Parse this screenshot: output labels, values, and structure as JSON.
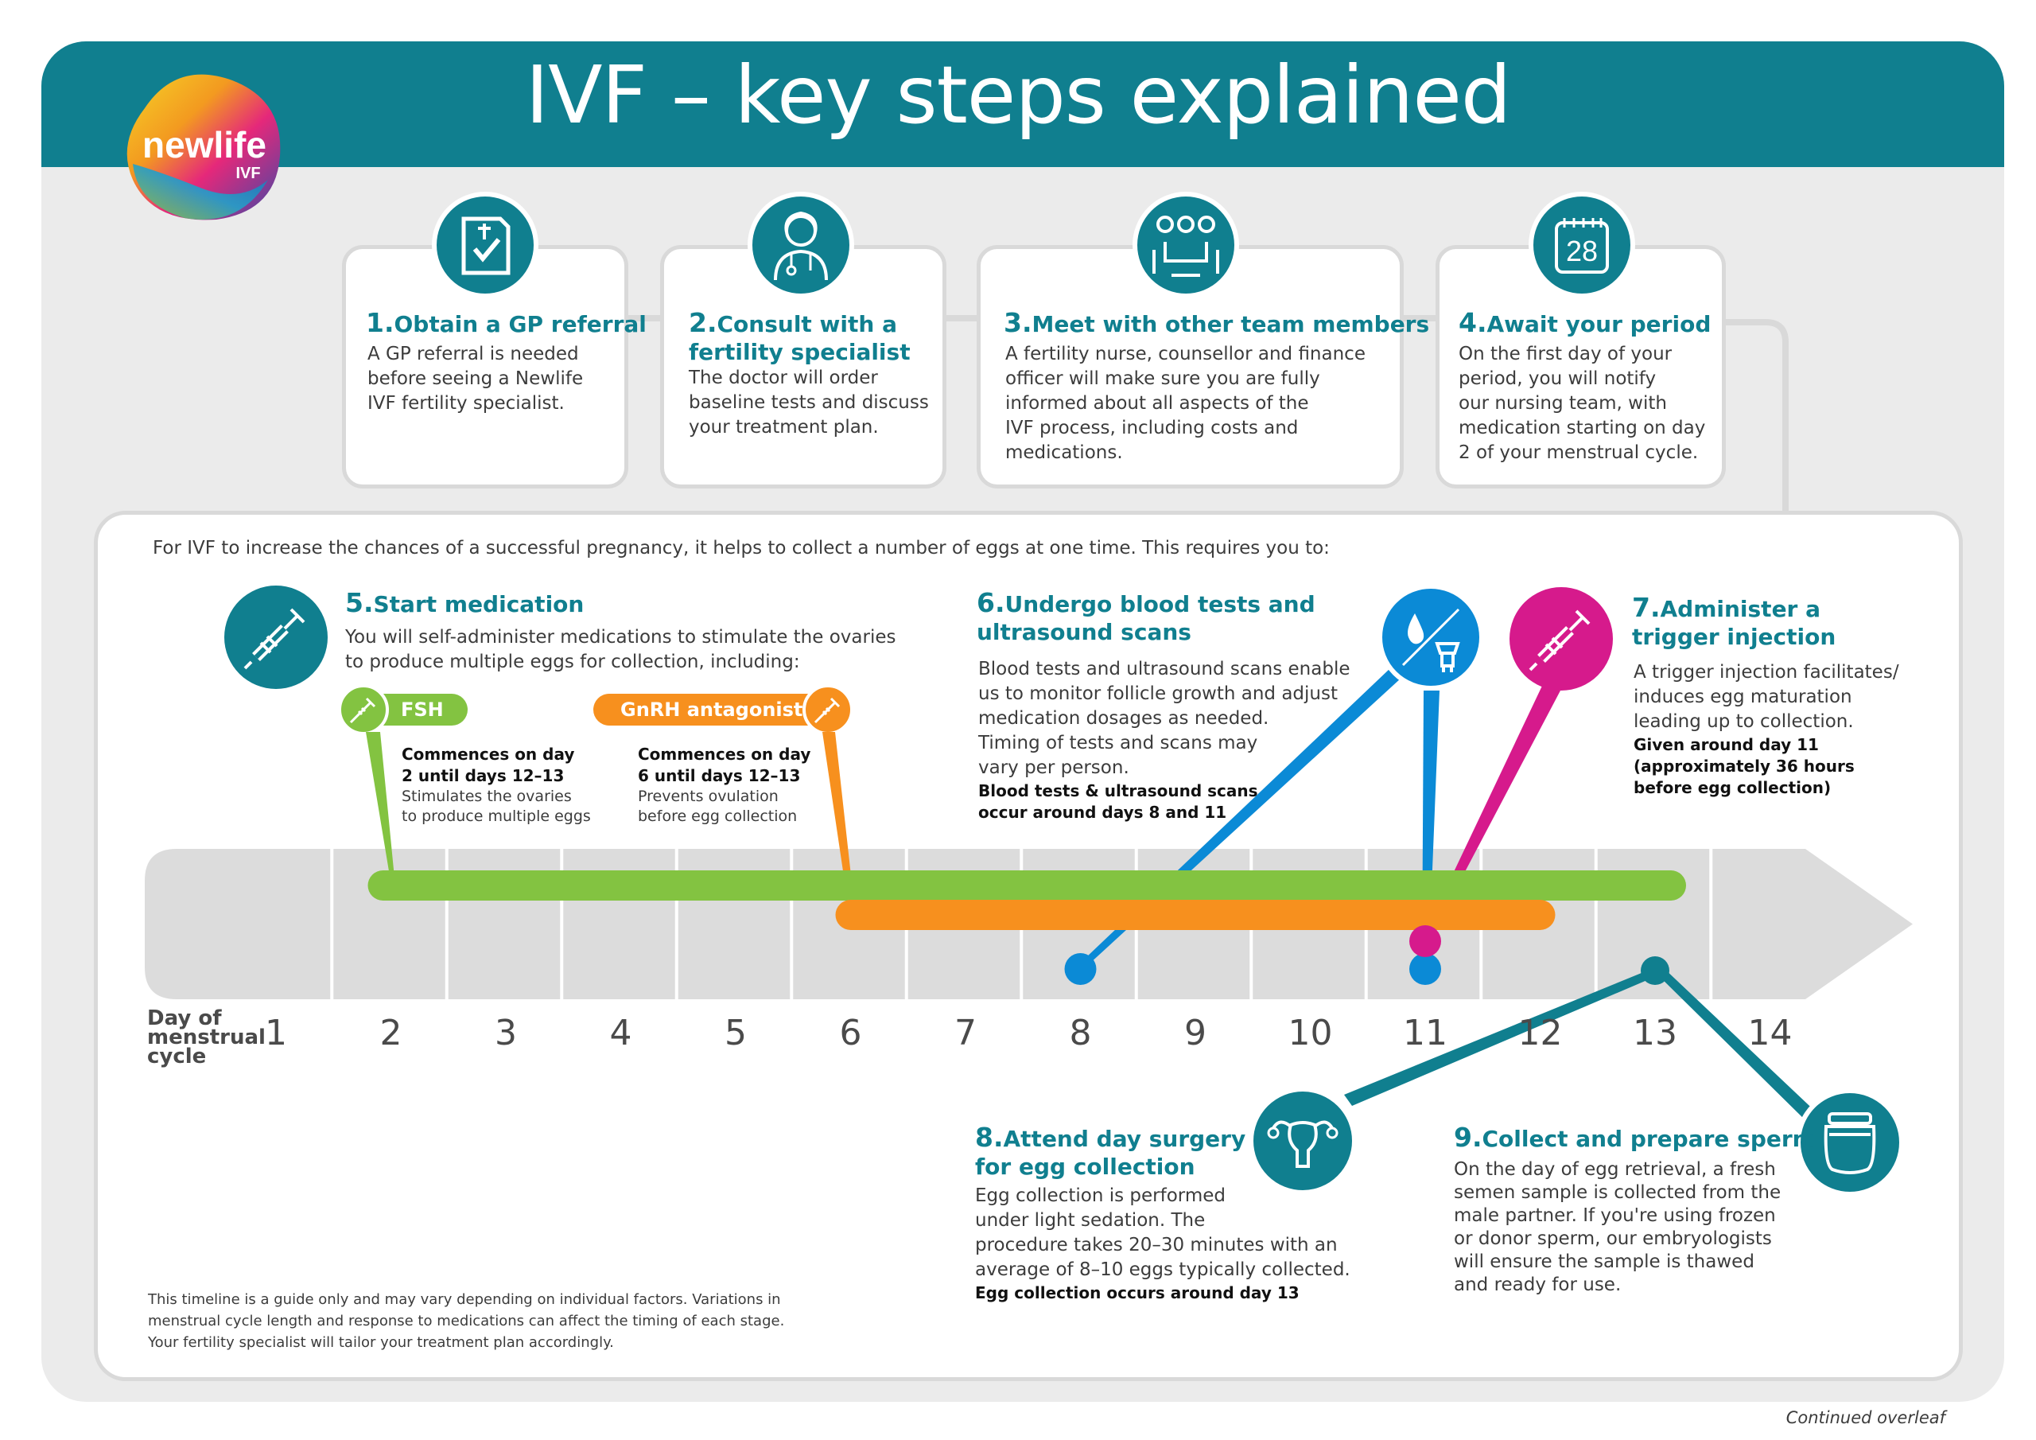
{
  "title": "IVF – key steps explained",
  "logo": {
    "name": "newlife",
    "sub": "IVF"
  },
  "colors": {
    "teal": "#107f8f",
    "green": "#83c341",
    "orange": "#f7901e",
    "blue": "#0b8ad6",
    "magenta": "#d61a8c",
    "grey_track": "#dcdcdc"
  },
  "steps_top": [
    {
      "num": "1.",
      "heading": "Obtain a GP referral",
      "lines": [
        "A GP referral is needed",
        "before seeing a Newlife",
        "IVF fertility specialist."
      ],
      "icon": "clipboard-check-icon"
    },
    {
      "num": "2.",
      "heading_lines": [
        "Consult with a",
        "fertility specialist"
      ],
      "lines": [
        "The doctor will order",
        "baseline tests and discuss",
        "your treatment plan."
      ],
      "icon": "doctor-icon"
    },
    {
      "num": "3.",
      "heading": "Meet with other team members",
      "lines": [
        "A fertility nurse, counsellor and finance",
        "officer will make sure you are fully",
        "informed about all aspects of the",
        "IVF process, including costs and",
        "medications."
      ],
      "icon": "team-meeting-icon"
    },
    {
      "num": "4.",
      "heading": "Await your period",
      "lines": [
        "On the first day of your",
        "period, you will notify",
        "our nursing team, with",
        "medication starting on day",
        "2 of your menstrual cycle."
      ],
      "icon": "calendar-icon",
      "calendar_day": "28"
    }
  ],
  "intro": "For IVF to increase the chances of a successful pregnancy, it helps to collect a number of eggs at one time. This requires you to:",
  "step5": {
    "num": "5.",
    "heading": "Start medication",
    "lines": [
      "You will self-administer medications to stimulate the ovaries",
      "to produce multiple eggs for collection, including:"
    ]
  },
  "fsh": {
    "label": "FSH",
    "bold_lines": [
      "Commences on day",
      "2 until days 12–13"
    ],
    "lines": [
      "Stimulates the ovaries",
      "to produce multiple eggs"
    ]
  },
  "gnrh": {
    "label": "GnRH antagonist",
    "bold_lines": [
      "Commences on day",
      "6 until days 12–13"
    ],
    "lines": [
      "Prevents ovulation",
      "before egg collection"
    ]
  },
  "step6": {
    "num": "6.",
    "heading_lines": [
      "Undergo blood tests and",
      "ultrasound scans"
    ],
    "lines": [
      "Blood tests and ultrasound scans enable",
      "us to monitor follicle growth and adjust",
      "medication dosages as needed.",
      "Timing of tests and scans may",
      "vary per person."
    ],
    "bold_lines": [
      "Blood tests & ultrasound scans",
      "occur around days 8 and 11"
    ]
  },
  "step7": {
    "num": "7.",
    "heading_lines": [
      "Administer a",
      "trigger injection"
    ],
    "lines": [
      "A trigger injection facilitates/",
      "induces egg maturation",
      "leading up to collection."
    ],
    "bold_lines": [
      "Given around day 11",
      "(approximately 36 hours",
      "before egg collection)"
    ]
  },
  "step8": {
    "num": "8.",
    "heading_lines": [
      "Attend day surgery",
      "for egg collection"
    ],
    "lines": [
      "Egg collection is performed",
      "under light sedation. The",
      "procedure takes 20–30 minutes with an",
      "average of 8–10 eggs typically collected."
    ],
    "bold_lines": [
      "Egg collection occurs around day 13"
    ]
  },
  "step9": {
    "num": "9.",
    "heading": "Collect and prepare sperm",
    "lines": [
      "On the day of egg retrieval, a fresh",
      "semen sample is collected from the",
      "male partner. If you're using frozen",
      "or donor sperm, our embryologists",
      "will ensure the sample is thawed",
      "and ready for use."
    ]
  },
  "timeline": {
    "axis_label_lines": [
      "Day of",
      "menstrual",
      "cycle"
    ],
    "days": [
      "1",
      "2",
      "3",
      "4",
      "5",
      "6",
      "7",
      "8",
      "9",
      "10",
      "11",
      "12",
      "13",
      "14"
    ],
    "fsh_range": [
      2,
      13
    ],
    "gnrh_range": [
      6,
      12
    ],
    "blood_test_days": [
      8,
      11
    ],
    "trigger_day": 11,
    "egg_collection_day": 13
  },
  "disclaimer_lines": [
    "This timeline is a guide only and may vary depending on individual factors. Variations in",
    "menstrual cycle length and response to medications can affect the timing of each stage.",
    "Your fertility specialist will tailor your treatment plan accordingly."
  ],
  "footer": "Continued overleaf"
}
